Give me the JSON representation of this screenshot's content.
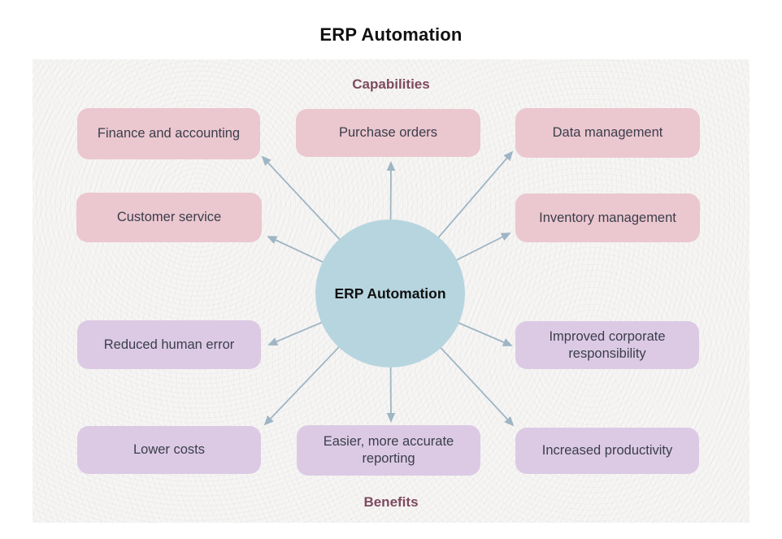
{
  "title": "ERP Automation",
  "center": {
    "label": "ERP Automation"
  },
  "sections": {
    "capabilities_label": "Capabilities",
    "benefits_label": "Benefits"
  },
  "capabilities": {
    "items": [
      {
        "label": "Finance and accounting"
      },
      {
        "label": "Purchase orders"
      },
      {
        "label": "Data management"
      },
      {
        "label": "Customer service"
      },
      {
        "label": "Inventory management"
      }
    ]
  },
  "benefits": {
    "items": [
      {
        "label": "Reduced human error"
      },
      {
        "label": "Improved corporate responsibility"
      },
      {
        "label": "Lower costs"
      },
      {
        "label": "Easier, more accurate reporting"
      },
      {
        "label": "Increased productivity"
      }
    ]
  },
  "colors": {
    "capability_box": "#ebc7d0",
    "benefit_box": "#dccae4",
    "center_circle": "#b7d5df",
    "arrow": "#9eb5c4",
    "section_label": "#7e4a5f",
    "box_text": "#3b3e4a",
    "title_text": "#111111"
  }
}
